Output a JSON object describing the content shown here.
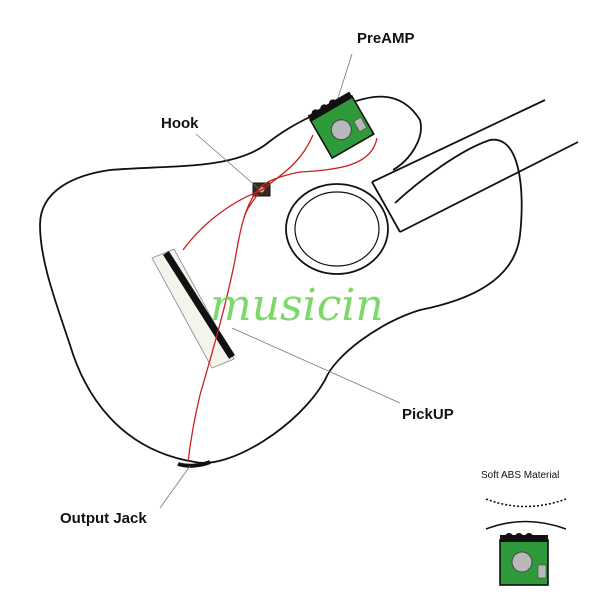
{
  "labels": {
    "preamp": "PreAMP",
    "hook": "Hook",
    "pickup": "PickUP",
    "output_jack": "Output Jack",
    "soft_abs": "Soft ABS Material"
  },
  "watermark": "musicin",
  "colors": {
    "outline": "#111111",
    "wire": "#c8201e",
    "board": "#2e9a3a",
    "watermark": "#6fd45a",
    "saddle_fill": "#f4f4ec",
    "metal": "#b8b8b8"
  }
}
